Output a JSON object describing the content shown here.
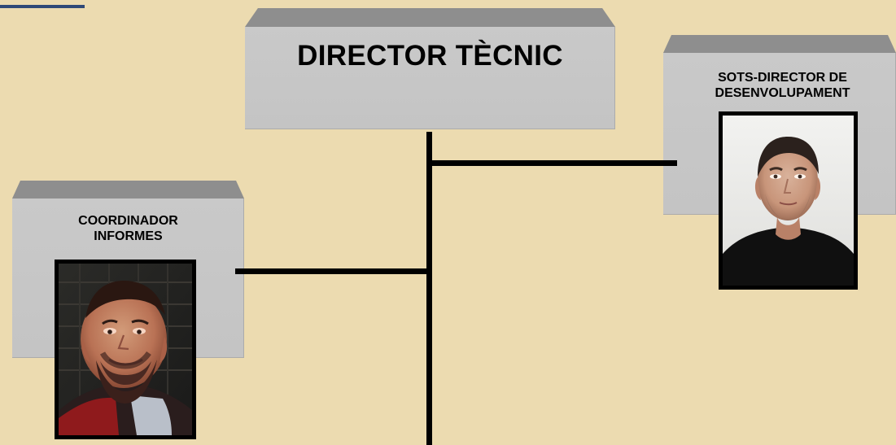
{
  "colors": {
    "background": "#ecdbb0",
    "accent": "#2f4977",
    "box_face": "#c8c8c8",
    "box_top": "#8e8e8e",
    "connector": "#000000"
  },
  "director": {
    "title": "DIRECTOR TÈCNIC"
  },
  "sub_director": {
    "title_line1": "SOTS-DIRECTOR DE",
    "title_line2": "DESENVOLUPAMENT",
    "photo": "portrait-photo"
  },
  "coordinator": {
    "title_line1": "COORDINADOR",
    "title_line2": "INFORMES",
    "photo": "portrait-photo"
  }
}
